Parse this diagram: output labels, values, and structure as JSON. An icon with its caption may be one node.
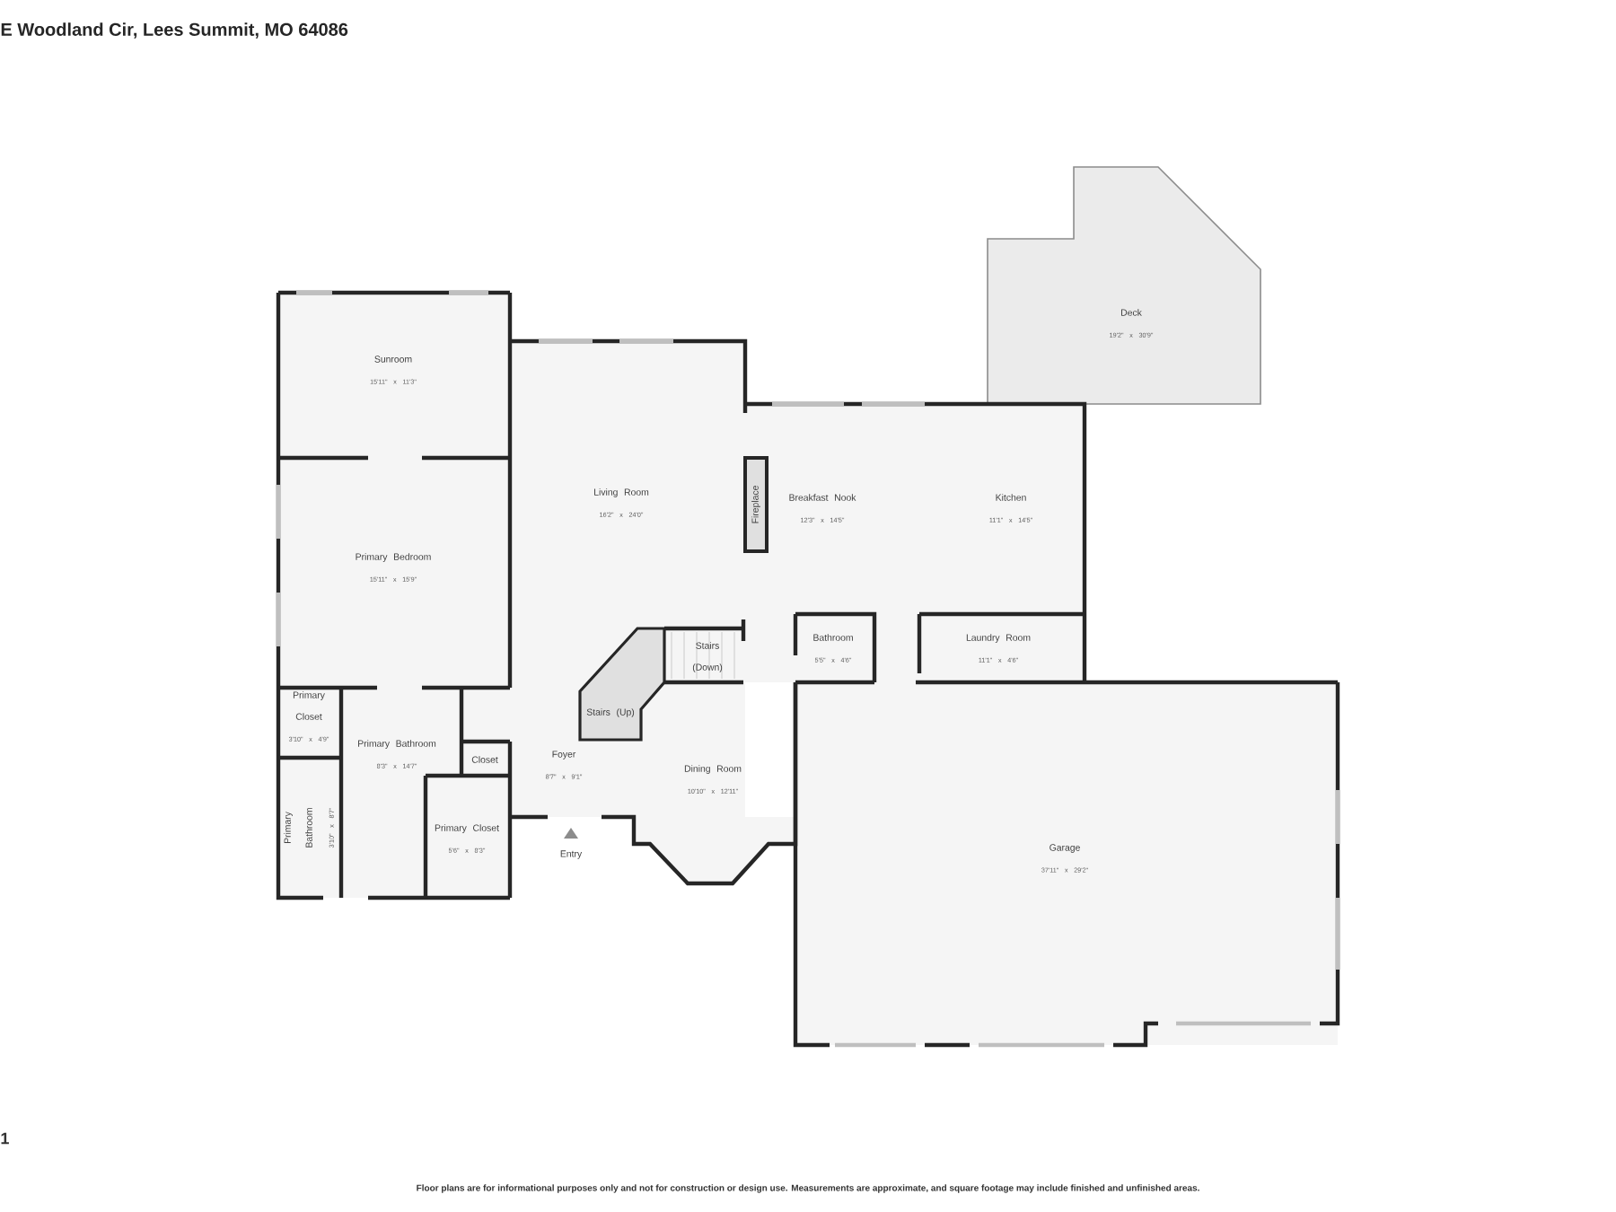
{
  "diagram": {
    "title": "E Woodland Cir, Lees Summit, MO 64086",
    "caption": "Floor plans are for informational purposes only and not for construction or design use. Measurements are approximate, and square footage may include finished and unfinished areas.",
    "nodes": [
      {
        "text": [
          "Sunroom",
          "15'11\" x 11'3\""
        ]
      },
      {
        "text": [
          "Primary Bedroom",
          "15'11\" x 15'9\""
        ]
      },
      {
        "text": [
          "Primary Closet",
          "3'10\" x 4'9\""
        ]
      },
      {
        "text": [
          "Primary Bathroom",
          "8'3\" x 14'7\""
        ]
      },
      {
        "text": [
          "Closet"
        ]
      },
      {
        "text": [
          "Primary Bathroom",
          "3'10\" x 8'7\""
        ]
      },
      {
        "text": [
          "Primary Closet",
          "5'6\" x 8'3\""
        ]
      },
      {
        "text": [
          "Living Room",
          "16'2\" x 24'0\""
        ]
      },
      {
        "text": [
          "Fireplace"
        ]
      },
      {
        "text": [
          "Stairs (Down)"
        ]
      },
      {
        "text": [
          "Stairs (Up)"
        ]
      },
      {
        "text": [
          "Foyer",
          "8'7\" x 9'1\""
        ]
      },
      {
        "text": [
          "Dining Room",
          "10'10\" x 12'11\""
        ]
      },
      {
        "text": [
          "Breakfast Nook",
          "12'3\" x 14'5\""
        ]
      },
      {
        "text": [
          "Kitchen",
          "11'1\" x 14'5\""
        ]
      },
      {
        "text": [
          "Bathroom",
          "5'5\" x 4'6\""
        ]
      },
      {
        "text": [
          "Laundry Room",
          "11'1\" x 4'6\""
        ]
      },
      {
        "text": [
          "Deck",
          "19'2\" x 30'9\""
        ]
      },
      {
        "text": [
          "Garage",
          "37'11\" x 29'2\""
        ]
      }
    ],
    "labels": [
      "Entry",
      "1"
    ]
  }
}
